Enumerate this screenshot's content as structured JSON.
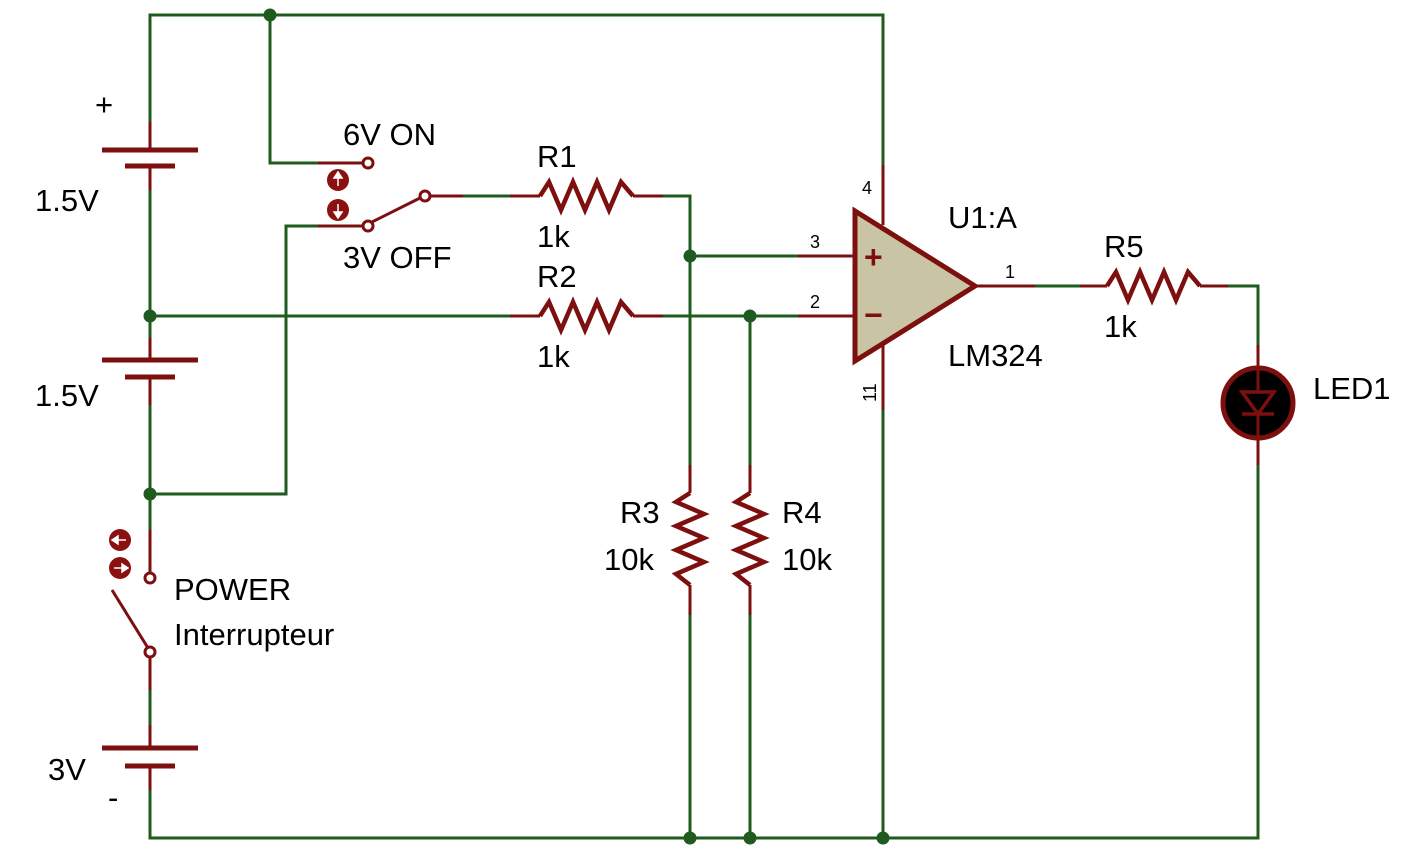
{
  "battery_top": {
    "polarity": "+",
    "voltage": "1.5V"
  },
  "battery_mid": {
    "voltage": "1.5V"
  },
  "battery_bottom": {
    "voltage": "3V",
    "polarity": "-"
  },
  "selector_switch": {
    "on_label": "6V ON",
    "off_label": "3V OFF"
  },
  "power_switch": {
    "name": "POWER",
    "type": "Interrupteur"
  },
  "r1": {
    "ref": "R1",
    "value": "1k"
  },
  "r2": {
    "ref": "R2",
    "value": "1k"
  },
  "r3": {
    "ref": "R3",
    "value": "10k"
  },
  "r4": {
    "ref": "R4",
    "value": "10k"
  },
  "r5": {
    "ref": "R5",
    "value": "1k"
  },
  "opamp": {
    "ref": "U1:A",
    "part": "LM324",
    "plus_sign": "+",
    "minus_sign": "−",
    "pin_vplus": "4",
    "pin_vminus": "11",
    "pin_noninv": "3",
    "pin_inv": "2",
    "pin_out": "1"
  },
  "led": {
    "ref": "LED1"
  },
  "colors": {
    "wire": "#1f5a1f",
    "component": "#7d0f0f",
    "opamp_fill": "#c8c4a4",
    "led_fill": "#000000"
  }
}
